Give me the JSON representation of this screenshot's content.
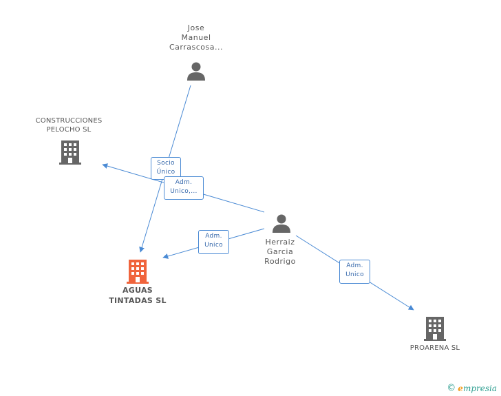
{
  "colors": {
    "edge": "#4a8ad4",
    "person_icon": "#666666",
    "company_icon": "#666666",
    "focus_company_icon": "#f0643c",
    "brand": "#2a9d8f",
    "brand_accent": "#f29c1f"
  },
  "nodes": {
    "jose": {
      "label_lines": [
        "Jose",
        "Manuel",
        "Carrascosa..."
      ],
      "icon": "person-icon"
    },
    "construcciones": {
      "label_lines": [
        "CONSTRUCCIONES",
        "PELOCHO SL"
      ],
      "icon": "building-icon"
    },
    "herraiz": {
      "label_lines": [
        "Herraiz",
        "Garcia",
        "Rodrigo"
      ],
      "icon": "person-icon"
    },
    "aguas": {
      "label_lines": [
        "AGUAS",
        "TINTADAS SL"
      ],
      "icon": "building-icon"
    },
    "proarena": {
      "label_lines": [
        "PROARENA SL"
      ],
      "icon": "building-icon"
    }
  },
  "edges": {
    "jose_aguas": {
      "label_lines": [
        "Socio",
        "Único"
      ]
    },
    "herraiz_construcciones": {
      "label_lines": [
        "Adm.",
        "Unico,..."
      ]
    },
    "herraiz_aguas": {
      "label_lines": [
        "Adm.",
        "Unico"
      ]
    },
    "herraiz_proarena": {
      "label_lines": [
        "Adm.",
        "Unico"
      ]
    }
  },
  "brand": {
    "copyright": "©",
    "first_letter": "e",
    "rest": "mpresia"
  }
}
